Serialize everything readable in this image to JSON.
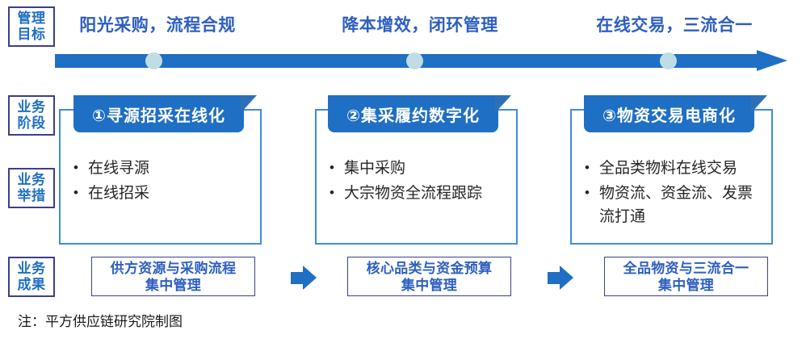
{
  "rows": [
    {
      "name": "goal",
      "line1": "管理",
      "line2": "目标"
    },
    {
      "name": "stage",
      "line1": "业务",
      "line2": "阶段"
    },
    {
      "name": "action",
      "line1": "业务",
      "line2": "举措"
    },
    {
      "name": "result",
      "line1": "业务",
      "line2": "成果"
    }
  ],
  "goals": [
    {
      "title": "阳光采购，流程合规"
    },
    {
      "title": "降本增效，闭环管理"
    },
    {
      "title": "在线交易，三流合一"
    }
  ],
  "timeline": {
    "icon": "right-arrow-icon",
    "dot_count": 3,
    "bar_color": "#1F6FC4",
    "dot_color": "#BFDDE4"
  },
  "stages": [
    {
      "banner": "①寻源招采在线化",
      "bullets": [
        "在线寻源",
        "在线招采"
      ]
    },
    {
      "banner": "②集采履约数字化",
      "bullets": [
        "集中采购",
        "大宗物资全流程跟踪"
      ]
    },
    {
      "banner": "③物资交易电商化",
      "bullets": [
        "全品类物料在线交易",
        "物资流、资金流、发票流打通"
      ]
    }
  ],
  "outcomes": [
    {
      "line1": "供方资源与采购流程",
      "line2": "集中管理"
    },
    {
      "line1": "核心品类与资金预算",
      "line2": "集中管理"
    },
    {
      "line1": "全品物资与三流合一",
      "line2": "集中管理"
    }
  ],
  "arrows": [
    {
      "icon": "right-arrow-icon"
    },
    {
      "icon": "right-arrow-icon"
    }
  ],
  "footnote": "注：平方供应链研究院制图",
  "colors": {
    "primary_blue": "#1F6FC4",
    "title_blue": "#2E5FC0",
    "border_navy": "#3B3F8C",
    "card_border": "#3E8DDD",
    "dot": "#BFDDE4"
  }
}
